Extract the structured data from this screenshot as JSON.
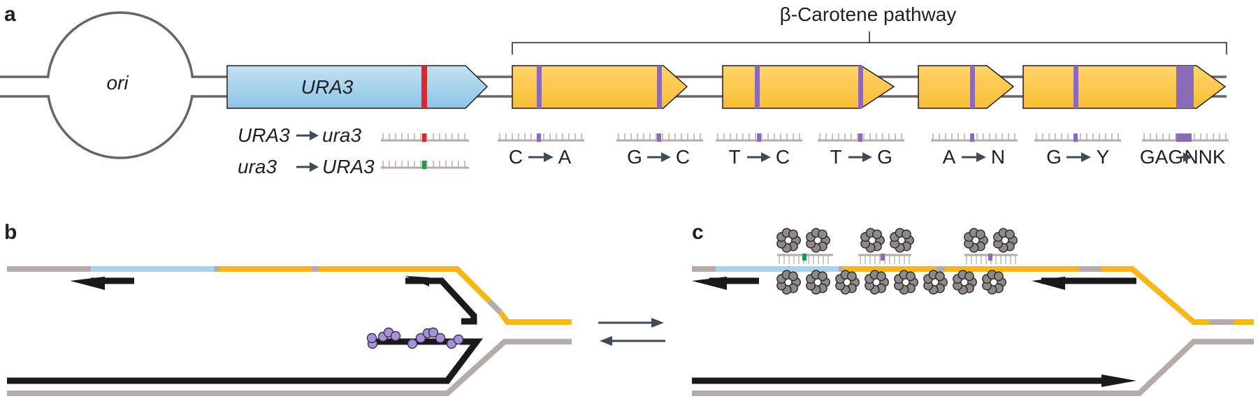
{
  "panels": {
    "a": "a",
    "b": "b",
    "c": "c"
  },
  "pathway_label": "β-Carotene pathway",
  "plasmid": {
    "ori_label": "ori"
  },
  "marker_gene": {
    "label": "URA3"
  },
  "ura_rows": [
    {
      "from": "URA3",
      "to": "ura3",
      "mark_color": "#d7282d"
    },
    {
      "from": "ura3",
      "to": "URA3",
      "mark_color": "#1f9a4a"
    }
  ],
  "mutations": [
    {
      "from": "C",
      "to": "A"
    },
    {
      "from": "G",
      "to": "C"
    },
    {
      "from": "T",
      "to": "C"
    },
    {
      "from": "T",
      "to": "G"
    },
    {
      "from": "A",
      "to": "N"
    },
    {
      "from": "G",
      "to": "Y"
    },
    {
      "from": "GAG",
      "to": "NNK"
    }
  ],
  "colors": {
    "ura3_fill": "#a9d3ec",
    "gene_fill": "#fdc850",
    "gene_stroke": "#231f20",
    "mutation_purple": "#8a6bb8",
    "ura_red": "#d7282d",
    "ura_green": "#1f9a4a",
    "backbone": "#6d6461",
    "dna_grey": "#b5acaa",
    "dna_blue": "#a9d3ec",
    "dna_yellow": "#f7b719",
    "strand_black": "#1a1a1a",
    "protein_grey": "#8f8a89",
    "protein_purple": "#a892d6",
    "arrow_dark": "#3f4b55"
  }
}
